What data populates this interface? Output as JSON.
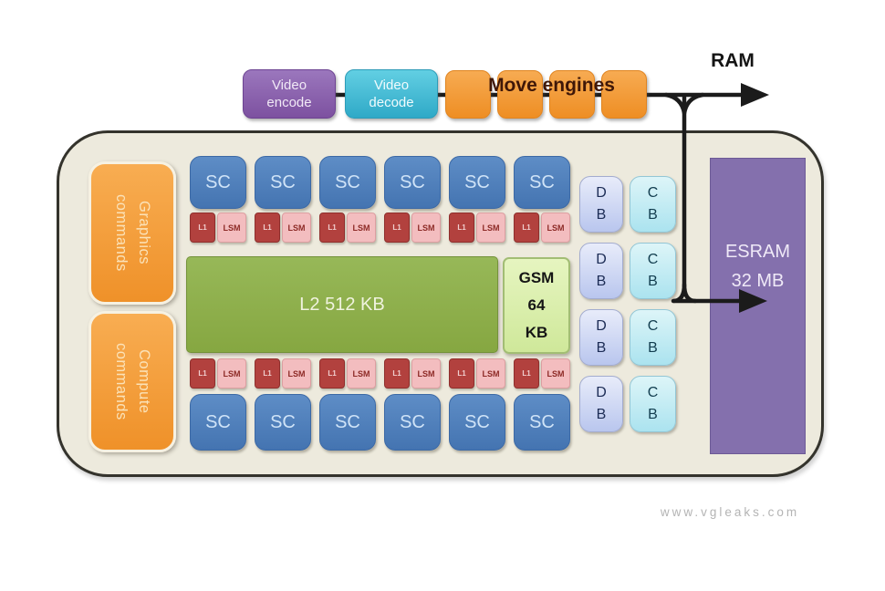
{
  "pipeline": {
    "video_encode_label": "Video\nencode",
    "video_decode_label": "Video\ndecode",
    "move_engines_label": "Move engines",
    "ram_label": "RAM"
  },
  "commands": {
    "graphics_label": "Graphics\ncommands",
    "compute_label": "Compute\ncommands"
  },
  "core": {
    "sc_label": "SC",
    "l1_label": "L1",
    "lsm_label": "LSM",
    "l2_label": "L2 512 KB",
    "gsm_label": "GSM\n64\nKB",
    "db_label": "D\nB",
    "cb_label": "C\nB",
    "esram_label": "ESRAM\n32 MB",
    "counts": {
      "sc_per_row": 6,
      "sc_rows": 2,
      "db_cb_rows": 4,
      "move_engines": 4
    }
  },
  "footer": {
    "watermark": "www.vgleaks.com"
  },
  "colors": {
    "orange": "#f49a35",
    "video_encode_purple": "#8a5fae",
    "video_decode_cyan": "#43bcd6",
    "sc_blue": "#4d80bd",
    "l1_red": "#b2413e",
    "lsm_pink": "#f3bdbf",
    "l2_green": "#8fb04d",
    "gsm_palegreen": "#dcefae",
    "db_lavender": "#c3cdf0",
    "cb_lightcyan": "#bfe9f2",
    "esram_purple": "#8470ad",
    "soc_fill": "#edeadd",
    "bus_black": "#1b1b1b"
  }
}
